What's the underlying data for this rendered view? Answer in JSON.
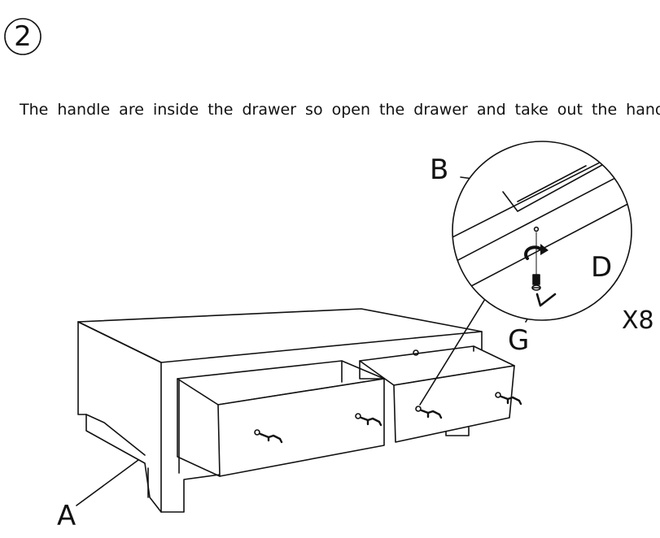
{
  "step": {
    "number": "2"
  },
  "instruction": "The  handle are inside the drawer so open the drawer and take out the handle.",
  "labels": {
    "a": "A",
    "b": "B",
    "d": "D",
    "g": "G",
    "quantity": "X8"
  },
  "colors": {
    "line": "#111111",
    "background": "#ffffff"
  }
}
